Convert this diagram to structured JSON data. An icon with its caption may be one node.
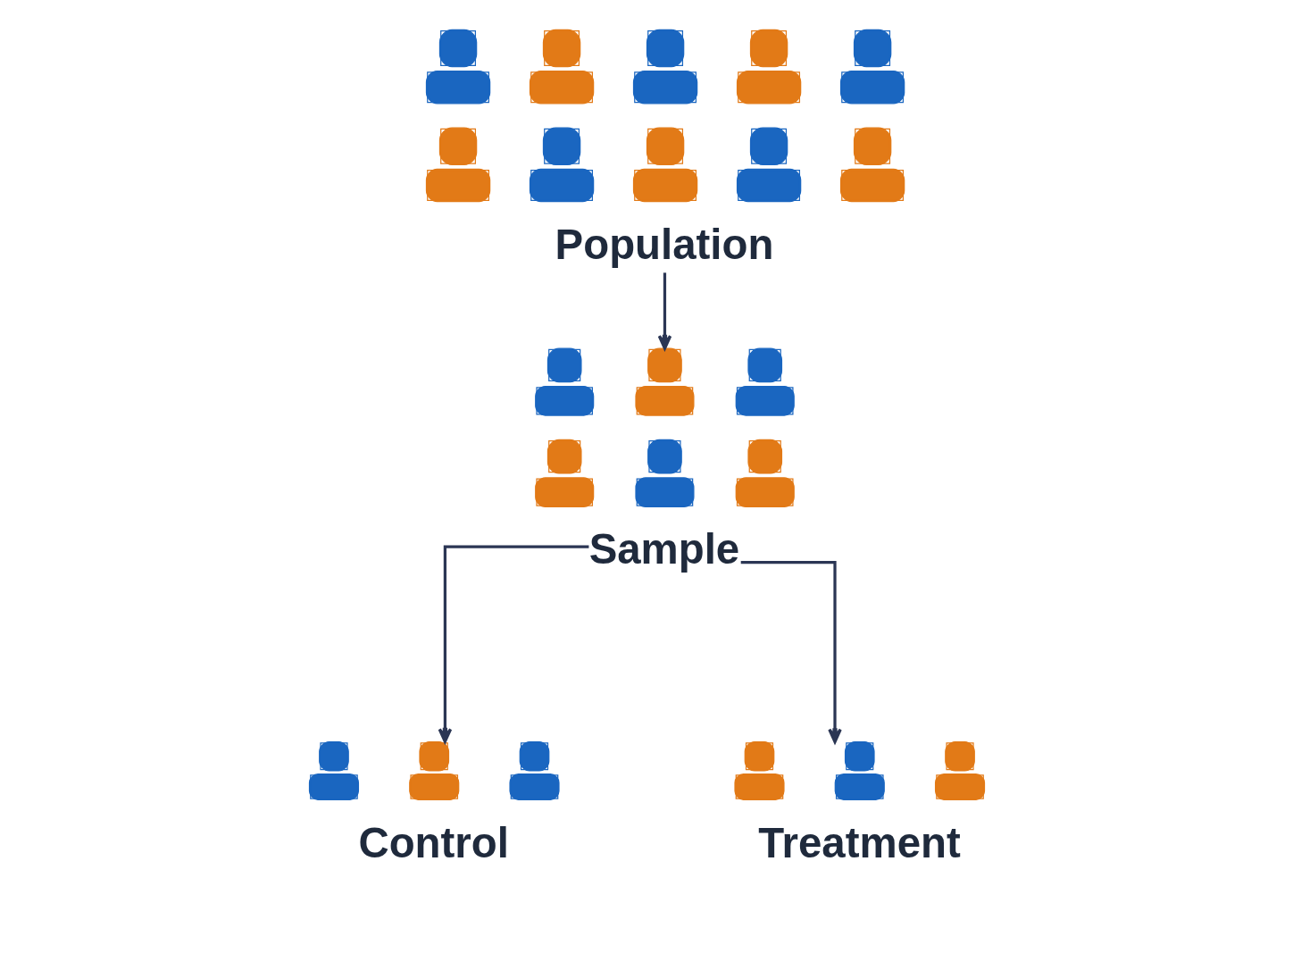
{
  "diagram": {
    "nodes": [
      {
        "text": [],
        "shape": "person"
      },
      {
        "text": [],
        "shape": "person"
      },
      {
        "text": [],
        "shape": "person"
      },
      {
        "text": [],
        "shape": "person"
      },
      {
        "text": [],
        "shape": "person"
      },
      {
        "text": [],
        "shape": "person"
      },
      {
        "text": [],
        "shape": "person"
      },
      {
        "text": [],
        "shape": "person"
      },
      {
        "text": [],
        "shape": "person"
      },
      {
        "text": [],
        "shape": "person"
      },
      {
        "text": [
          "Population"
        ]
      },
      {
        "text": [],
        "shape": "person"
      },
      {
        "text": [],
        "shape": "person"
      },
      {
        "text": [],
        "shape": "person"
      },
      {
        "text": [],
        "shape": "person"
      },
      {
        "text": [],
        "shape": "person"
      },
      {
        "text": [],
        "shape": "person"
      },
      {
        "text": [
          "Sample"
        ]
      },
      {
        "text": [],
        "shape": "person"
      },
      {
        "text": [],
        "shape": "person"
      },
      {
        "text": [],
        "shape": "person"
      },
      {
        "text": [],
        "shape": "person"
      },
      {
        "text": [],
        "shape": "person"
      },
      {
        "text": [],
        "shape": "person"
      },
      {
        "text": [
          "Control"
        ]
      },
      {
        "text": [
          "Treatment"
        ]
      }
    ],
    "edges": [
      {
        "from": 10,
        "to": 12,
        "arrow": "to"
      },
      {
        "from": 17,
        "to": 19,
        "arrow": "to"
      },
      {
        "from": 17,
        "to": 22,
        "arrow": "to"
      }
    ]
  }
}
